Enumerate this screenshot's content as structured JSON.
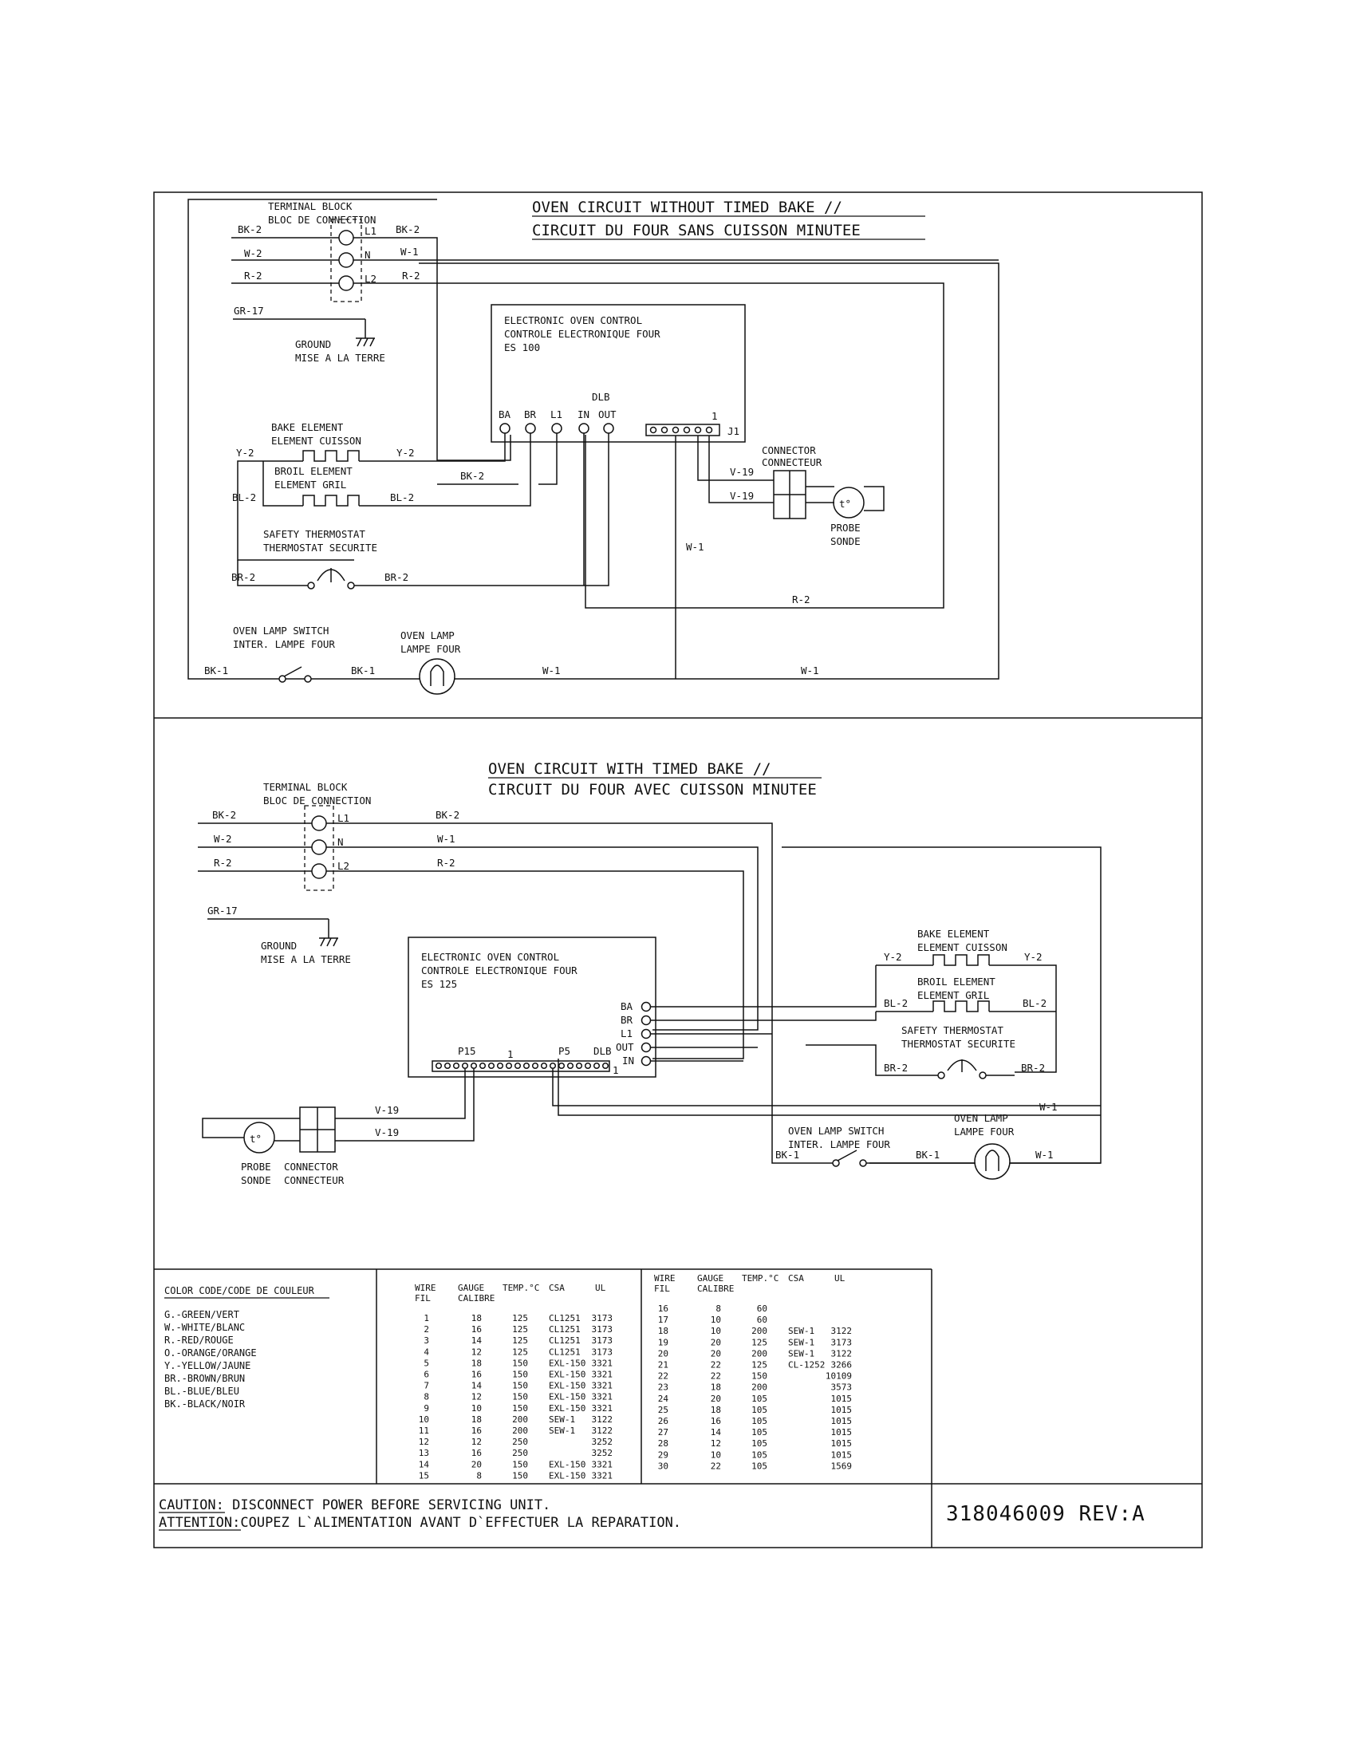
{
  "top_diagram": {
    "title_en": "OVEN CIRCUIT WITHOUT TIMED BAKE //",
    "title_fr": "CIRCUIT DU FOUR SANS CUISSON MINUTEE",
    "terminal_block": [
      "TERMINAL BLOCK",
      "BLOC DE CONNECTION"
    ],
    "terminals": [
      "L1",
      "N",
      "L2"
    ],
    "control": [
      "ELECTRONIC OVEN CONTROL",
      "CONTROLE ELECTRONIQUE FOUR",
      "ES 100"
    ],
    "pins": [
      "BA",
      "BR",
      "L1",
      "IN",
      "OUT"
    ],
    "dlb": "DLB",
    "j1": "J1",
    "pin_one": "1",
    "ground": [
      "GROUND",
      "MISE A LA TERRE"
    ],
    "bake_element": [
      "BAKE ELEMENT",
      "ELEMENT CUISSON"
    ],
    "broil_element": [
      "BROIL ELEMENT",
      "ELEMENT GRIL"
    ],
    "safety_thermostat": [
      "SAFETY THERMOSTAT",
      "THERMOSTAT SECURITE"
    ],
    "connector": [
      "CONNECTOR",
      "CONNECTEUR"
    ],
    "probe": [
      "PROBE",
      "SONDE"
    ],
    "probe_symbol": "t°",
    "lamp_switch": [
      "OVEN LAMP SWITCH",
      "INTER. LAMPE FOUR"
    ],
    "lamp": [
      "OVEN LAMP",
      "LAMPE FOUR"
    ],
    "wire_labels": {
      "bk2": "BK-2",
      "w2": "W-2",
      "r2": "R-2",
      "gr17": "GR-17",
      "w1": "W-1",
      "y2": "Y-2",
      "bl2": "BL-2",
      "br2": "BR-2",
      "v19": "V-19",
      "bk1": "BK-1"
    }
  },
  "bottom_diagram": {
    "title_en": "OVEN CIRCUIT WITH TIMED BAKE //",
    "title_fr": "CIRCUIT DU FOUR AVEC CUISSON MINUTEE",
    "terminal_block": [
      "TERMINAL BLOCK",
      "BLOC DE CONNECTION"
    ],
    "terminals": [
      "L1",
      "N",
      "L2"
    ],
    "control": [
      "ELECTRONIC OVEN CONTROL",
      "CONTROLE ELECTRONIQUE FOUR",
      "ES 125"
    ],
    "pins": [
      "BA",
      "BR",
      "L1",
      "OUT",
      "IN"
    ],
    "p15": "P15",
    "p5": "P5",
    "dlb": "DLB",
    "pin_one": "1",
    "ground": [
      "GROUND",
      "MISE A LA TERRE"
    ],
    "bake_element": [
      "BAKE ELEMENT",
      "ELEMENT CUISSON"
    ],
    "broil_element": [
      "BROIL ELEMENT",
      "ELEMENT GRIL"
    ],
    "safety_thermostat": [
      "SAFETY THERMOSTAT",
      "THERMOSTAT SECURITE"
    ],
    "connector": [
      "CONNECTOR",
      "CONNECTEUR"
    ],
    "probe": [
      "PROBE",
      "SONDE"
    ],
    "probe_symbol": "t°",
    "lamp_switch": [
      "OVEN LAMP SWITCH",
      "INTER. LAMPE FOUR"
    ],
    "lamp": [
      "OVEN LAMP",
      "LAMPE FOUR"
    ],
    "wire_labels": {
      "bk2": "BK-2",
      "w2": "W-2",
      "r2": "R-2",
      "gr17": "GR-17",
      "w1": "W-1",
      "y2": "Y-2",
      "bl2": "BL-2",
      "br2": "BR-2",
      "v19": "V-19",
      "bk1": "BK-1"
    }
  },
  "color_code": {
    "title": "COLOR CODE/CODE DE COULEUR",
    "items": [
      "G.-GREEN/VERT",
      "W.-WHITE/BLANC",
      "R.-RED/ROUGE",
      "O.-ORANGE/ORANGE",
      "Y.-YELLOW/JAUNE",
      "BR.-BROWN/BRUN",
      "BL.-BLUE/BLEU",
      "BK.-BLACK/NOIR"
    ]
  },
  "wire_table": {
    "headers": [
      [
        "WIRE",
        "FIL"
      ],
      [
        "GAUGE",
        "CALIBRE"
      ],
      [
        "TEMP.°C",
        ""
      ],
      [
        "CSA",
        ""
      ],
      [
        "UL",
        ""
      ]
    ],
    "left_rows": [
      [
        "1",
        "18",
        "125",
        "CL1251",
        "3173"
      ],
      [
        "2",
        "16",
        "125",
        "CL1251",
        "3173"
      ],
      [
        "3",
        "14",
        "125",
        "CL1251",
        "3173"
      ],
      [
        "4",
        "12",
        "125",
        "CL1251",
        "3173"
      ],
      [
        "5",
        "18",
        "150",
        "EXL-150",
        "3321"
      ],
      [
        "6",
        "16",
        "150",
        "EXL-150",
        "3321"
      ],
      [
        "7",
        "14",
        "150",
        "EXL-150",
        "3321"
      ],
      [
        "8",
        "12",
        "150",
        "EXL-150",
        "3321"
      ],
      [
        "9",
        "10",
        "150",
        "EXL-150",
        "3321"
      ],
      [
        "10",
        "18",
        "200",
        "SEW-1",
        "3122"
      ],
      [
        "11",
        "16",
        "200",
        "SEW-1",
        "3122"
      ],
      [
        "12",
        "12",
        "250",
        "",
        "3252"
      ],
      [
        "13",
        "16",
        "250",
        "",
        "3252"
      ],
      [
        "14",
        "20",
        "150",
        "EXL-150",
        "3321"
      ],
      [
        "15",
        "8",
        "150",
        "EXL-150",
        "3321"
      ]
    ],
    "right_rows": [
      [
        "16",
        "8",
        "60",
        "",
        ""
      ],
      [
        "17",
        "10",
        "60",
        "",
        ""
      ],
      [
        "18",
        "10",
        "200",
        "SEW-1",
        "3122"
      ],
      [
        "19",
        "20",
        "125",
        "SEW-1",
        "3173"
      ],
      [
        "20",
        "20",
        "200",
        "SEW-1",
        "3122"
      ],
      [
        "21",
        "22",
        "125",
        "CL-1252",
        "3266"
      ],
      [
        "22",
        "22",
        "150",
        "",
        "10109"
      ],
      [
        "23",
        "18",
        "200",
        "",
        "3573"
      ],
      [
        "24",
        "20",
        "105",
        "",
        "1015"
      ],
      [
        "25",
        "18",
        "105",
        "",
        "1015"
      ],
      [
        "26",
        "16",
        "105",
        "",
        "1015"
      ],
      [
        "27",
        "14",
        "105",
        "",
        "1015"
      ],
      [
        "28",
        "12",
        "105",
        "",
        "1015"
      ],
      [
        "29",
        "10",
        "105",
        "",
        "1015"
      ],
      [
        "30",
        "22",
        "105",
        "",
        "1569"
      ]
    ]
  },
  "caution": {
    "caution_label": "CAUTION:",
    "caution_text": " DISCONNECT POWER BEFORE SERVICING UNIT.",
    "attention_label": "ATTENTION:",
    "attention_text": "COUPEZ L`ALIMENTATION AVANT D`EFFECTUER LA REPARATION."
  },
  "part_number": "318046009 REV:A"
}
